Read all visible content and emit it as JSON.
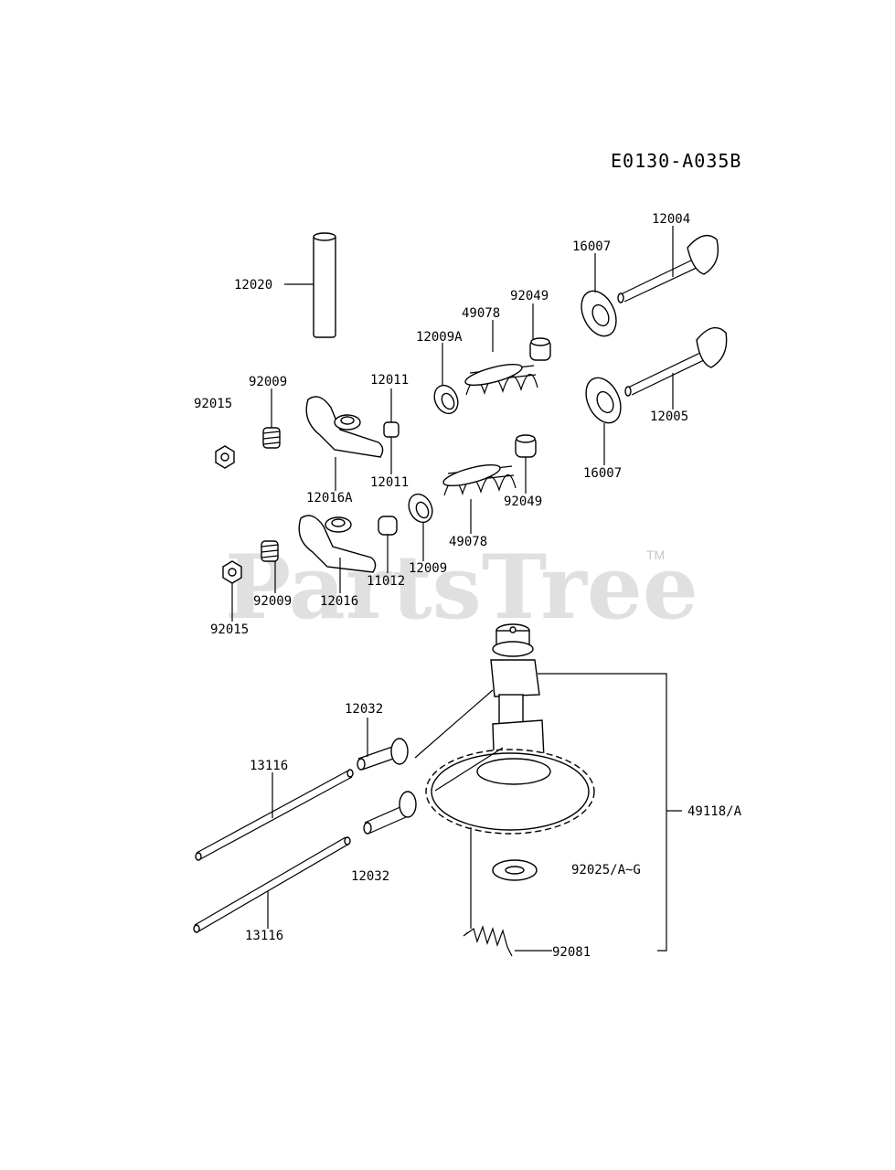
{
  "diagram_code": "E0130-A035B",
  "watermark": "PartsTree",
  "trademark": "TM",
  "labels": {
    "p12020": "12020",
    "p12004": "12004",
    "p16007_top": "16007",
    "p92049_top": "92049",
    "p49078_top": "49078",
    "p12009A": "12009A",
    "p12011_top": "12011",
    "p92009_top": "92009",
    "p92015_top": "92015",
    "p12011_bottom": "12011",
    "p12016A": "12016A",
    "p12005": "12005",
    "p16007_bottom": "16007",
    "p92049_bottom": "92049",
    "p49078_bottom": "49078",
    "p12009": "12009",
    "p11012": "11012",
    "p92009_bottom": "92009",
    "p12016": "12016",
    "p92015_bottom": "92015",
    "p12032_top": "12032",
    "p13116_top": "13116",
    "p12032_bottom": "12032",
    "p13116_bottom": "13116",
    "p49118A": "49118/A",
    "p92025": "92025/A~G",
    "p92081": "92081"
  }
}
